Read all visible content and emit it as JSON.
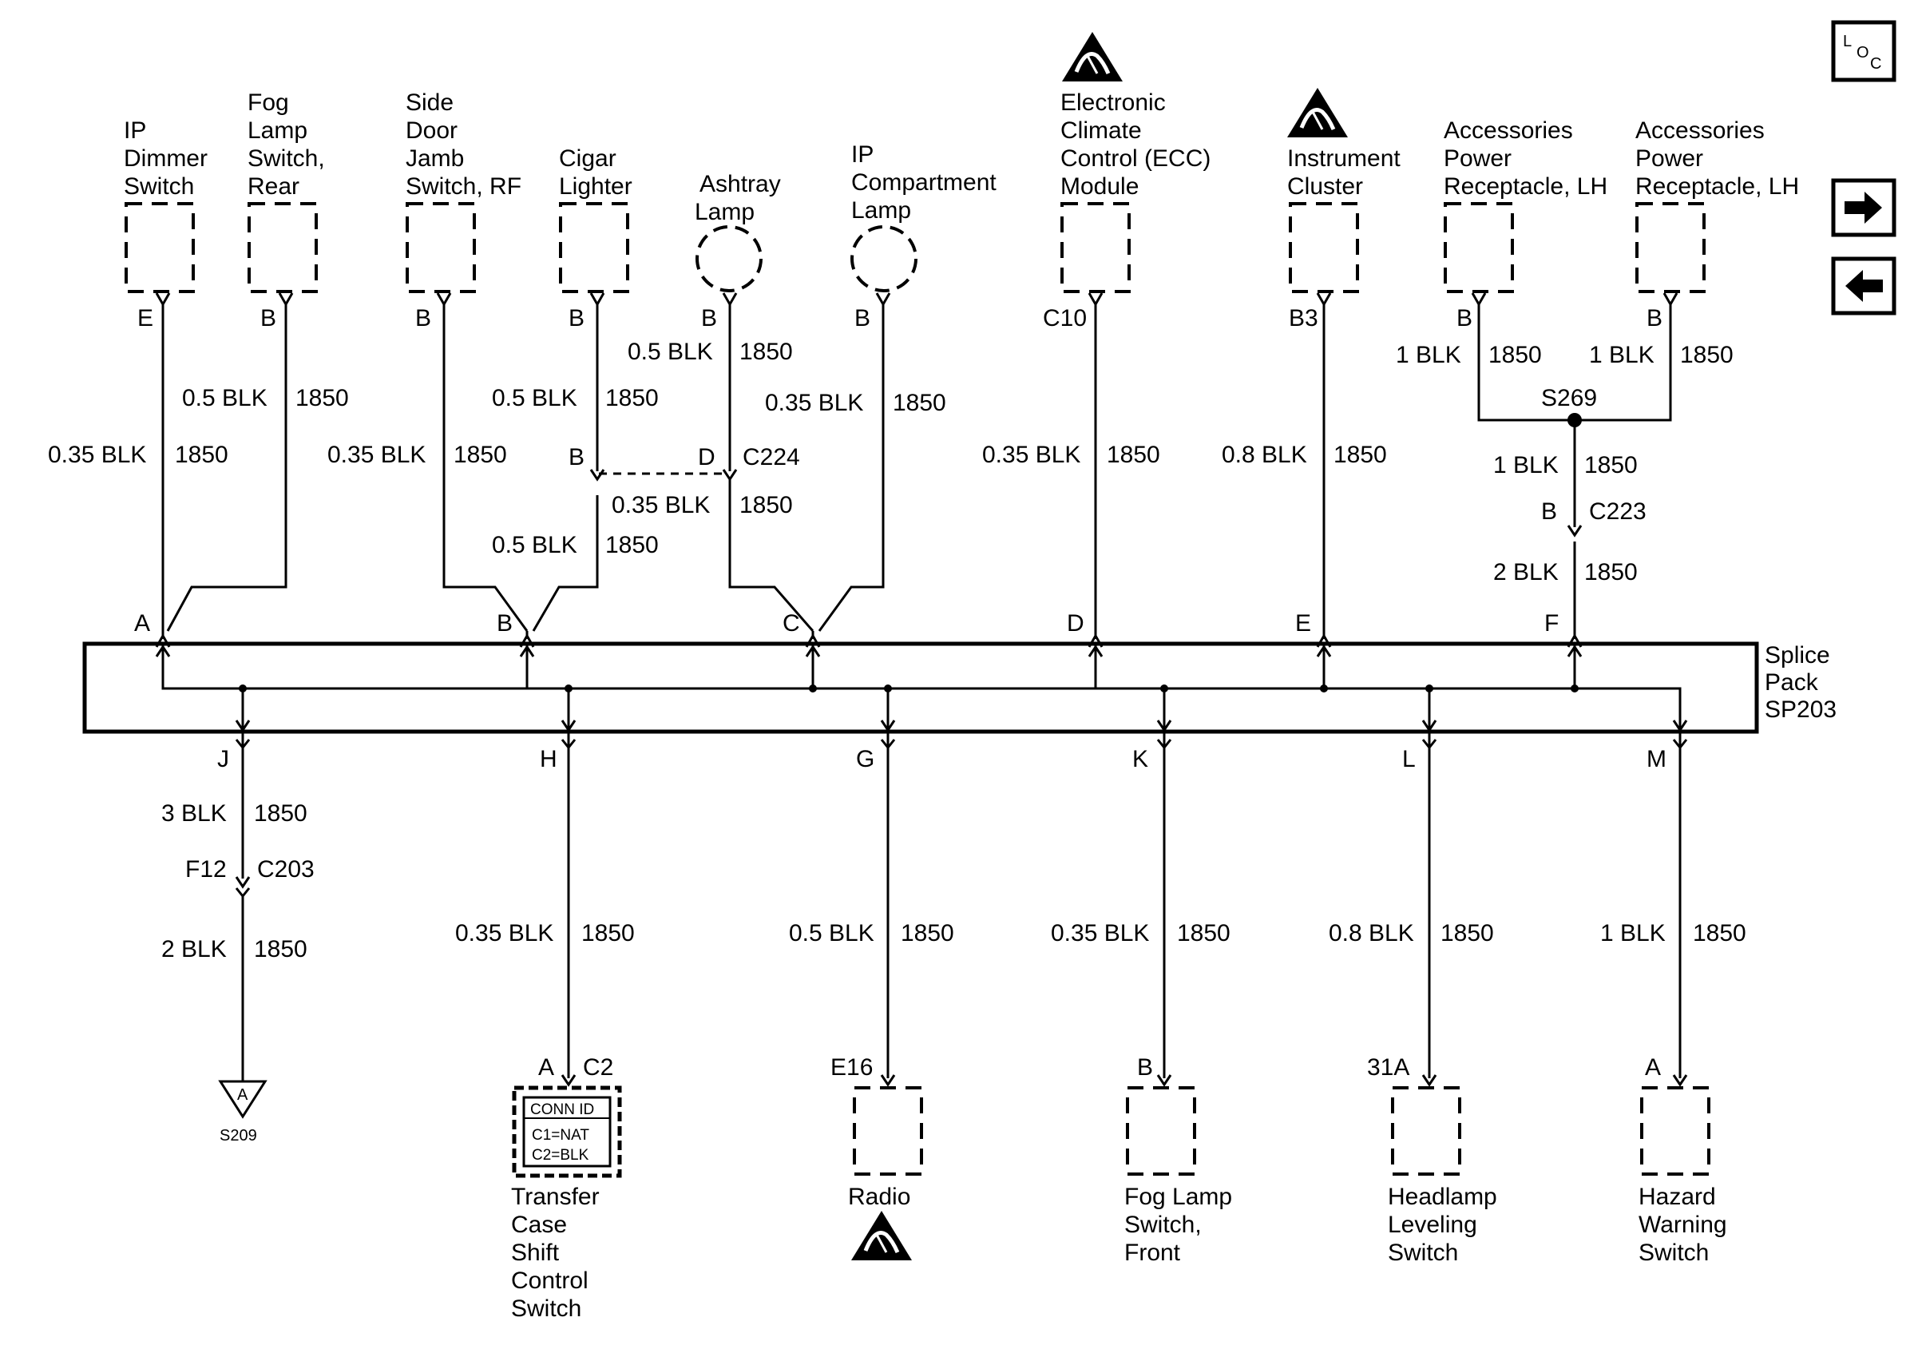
{
  "loc_icon": {
    "l": "L",
    "o": "O",
    "c": "C"
  },
  "splice": {
    "lines": [
      "Splice",
      "Pack",
      "SP203"
    ],
    "pins_top": [
      "A",
      "B",
      "C",
      "D",
      "E",
      "F"
    ],
    "pins_bottom": [
      "J",
      "H",
      "G",
      "K",
      "L",
      "M"
    ]
  },
  "components": {
    "ip_dimmer": {
      "lines": [
        "IP",
        "Dimmer",
        "Switch"
      ],
      "pin": "E",
      "wire": "0.35 BLK",
      "circuit": "1850"
    },
    "fog_rear": {
      "lines": [
        "Fog",
        "Lamp",
        "Switch,",
        "Rear"
      ],
      "pin": "B",
      "wire": "0.5 BLK",
      "circuit": "1850"
    },
    "side_door": {
      "lines": [
        "Side",
        "Door",
        "Jamb",
        "Switch, RF"
      ],
      "pin": "B",
      "wire": "0.35 BLK",
      "circuit": "1850"
    },
    "cigar": {
      "lines": [
        "Cigar",
        "Lighter"
      ],
      "pin": "B",
      "wire": "0.5 BLK",
      "circuit": "1850",
      "conn_pin": "B",
      "wire2": "0.5 BLK",
      "circuit2": "1850"
    },
    "ashtray": {
      "lines": [
        "Ashtray",
        "Lamp"
      ],
      "pin": "B",
      "wire": "0.5 BLK",
      "circuit": "1850",
      "conn_pin": "D",
      "conn": "C224",
      "wire2": "0.35 BLK",
      "circuit2": "1850"
    },
    "ip_comp": {
      "lines": [
        "IP",
        "Compartment",
        "Lamp"
      ],
      "pin": "B",
      "wire": "0.35 BLK",
      "circuit": "1850"
    },
    "ecc": {
      "lines": [
        "Electronic",
        "Climate",
        "Control (ECC)",
        "Module"
      ],
      "pin": "C10",
      "wire": "0.35 BLK",
      "circuit": "1850"
    },
    "cluster": {
      "lines": [
        "Instrument",
        "Cluster"
      ],
      "pin": "B3",
      "wire": "0.8 BLK",
      "circuit": "1850"
    },
    "acc1": {
      "lines": [
        "Accessories",
        "Power",
        "Receptacle, LH"
      ],
      "pin": "B",
      "wire": "1 BLK",
      "circuit": "1850"
    },
    "acc2": {
      "lines": [
        "Accessories",
        "Power",
        "Receptacle, LH"
      ],
      "pin": "B",
      "wire": "1 BLK",
      "circuit": "1850"
    },
    "s269": {
      "label": "S269",
      "wire": "1 BLK",
      "circuit": "1850",
      "conn_pin": "B",
      "conn": "C223",
      "wire2": "2 BLK",
      "circuit2": "1850"
    },
    "ground": {
      "wire": "3 BLK",
      "circuit": "1850",
      "conn_pin": "F12",
      "conn": "C203",
      "wire2": "2 BLK",
      "circuit2": "1850",
      "symbol": "A",
      "label": "S209"
    },
    "transfer": {
      "lines": [
        "Transfer",
        "Case",
        "Shift",
        "Control",
        "Switch"
      ],
      "pin": "A",
      "conn": "C2",
      "wire": "0.35 BLK",
      "circuit": "1850",
      "connid": [
        "CONN ID",
        "C1=NAT",
        "C2=BLK"
      ]
    },
    "radio": {
      "lines": [
        "Radio"
      ],
      "pin": "E16",
      "wire": "0.5 BLK",
      "circuit": "1850"
    },
    "fog_front": {
      "lines": [
        "Fog Lamp",
        "Switch,",
        "Front"
      ],
      "pin": "B",
      "wire": "0.35 BLK",
      "circuit": "1850"
    },
    "headlamp": {
      "lines": [
        "Headlamp",
        "Leveling",
        "Switch"
      ],
      "pin": "31A",
      "wire": "0.8 BLK",
      "circuit": "1850"
    },
    "hazard": {
      "lines": [
        "Hazard",
        "Warning",
        "Switch"
      ],
      "pin": "A",
      "wire": "1 BLK",
      "circuit": "1850"
    }
  }
}
